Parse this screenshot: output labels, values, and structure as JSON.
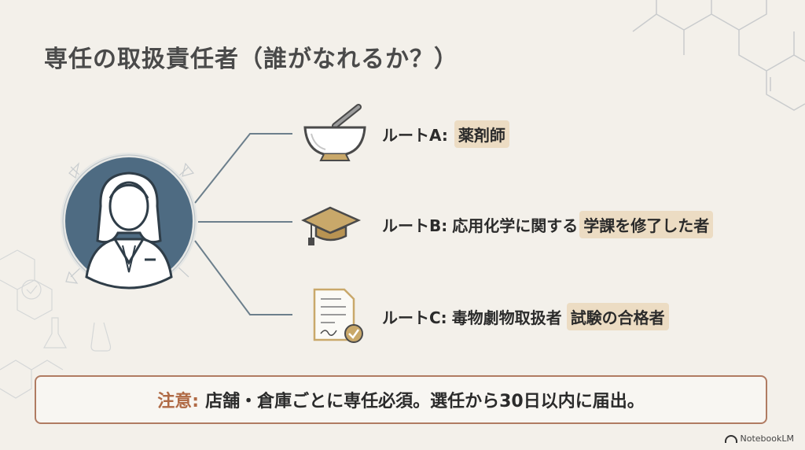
{
  "title": "専任の取扱責任者（誰がなれるか？）",
  "routes": [
    {
      "prefix": "ルートA:",
      "middle": "",
      "highlight": "薬剤師",
      "icon": "mortar-pestle-icon"
    },
    {
      "prefix": "ルートB:",
      "middle": "応用化学に関する",
      "highlight": "学課を修了した者",
      "icon": "graduation-cap-icon"
    },
    {
      "prefix": "ルートC:",
      "middle": "毒物劇物取扱者",
      "highlight": "試験の合格者",
      "icon": "certificate-document-icon"
    }
  ],
  "notice": {
    "label": "注意:",
    "text": "店舗・倉庫ごとに専任必須。選任から30日以内に届出。"
  },
  "brand": {
    "name": "NotebookLM"
  },
  "colors": {
    "background": "#f3f0ea",
    "avatar_circle": "#4e6b82",
    "highlight": "#ecdcc3",
    "icon_gold": "#c9a86a",
    "notice_border": "#b07b62",
    "notice_label": "#b06a45"
  }
}
